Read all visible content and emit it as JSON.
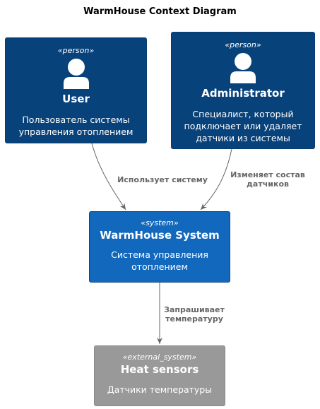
{
  "title": "WarmHouse Context Diagram",
  "nodes": {
    "user": {
      "stereotype": "«person»",
      "name": "User",
      "desc_lines": [
        "Пользователь системы",
        "управления отоплением"
      ]
    },
    "admin": {
      "stereotype": "«person»",
      "name": "Administrator",
      "desc_lines": [
        "Специалист, который",
        "подключает или удаляет",
        "датчики из системы"
      ]
    },
    "system": {
      "stereotype": "«system»",
      "name": "WarmHouse System",
      "desc_lines": [
        "Система управления",
        "отоплением"
      ]
    },
    "sensors": {
      "stereotype": "«external_system»",
      "name": "Heat sensors",
      "desc_lines": [
        "Датчики температуры"
      ]
    }
  },
  "edges": {
    "user_system": {
      "label_lines": [
        "Использует систему"
      ]
    },
    "admin_system": {
      "label_lines": [
        "Изменяет состав",
        "датчиков"
      ]
    },
    "system_sensors": {
      "label_lines": [
        "Запрашивает",
        "температуру"
      ]
    }
  },
  "colors": {
    "person": "#08427b",
    "system": "#1168bd",
    "external_system": "#999999",
    "edge": "#666666"
  }
}
